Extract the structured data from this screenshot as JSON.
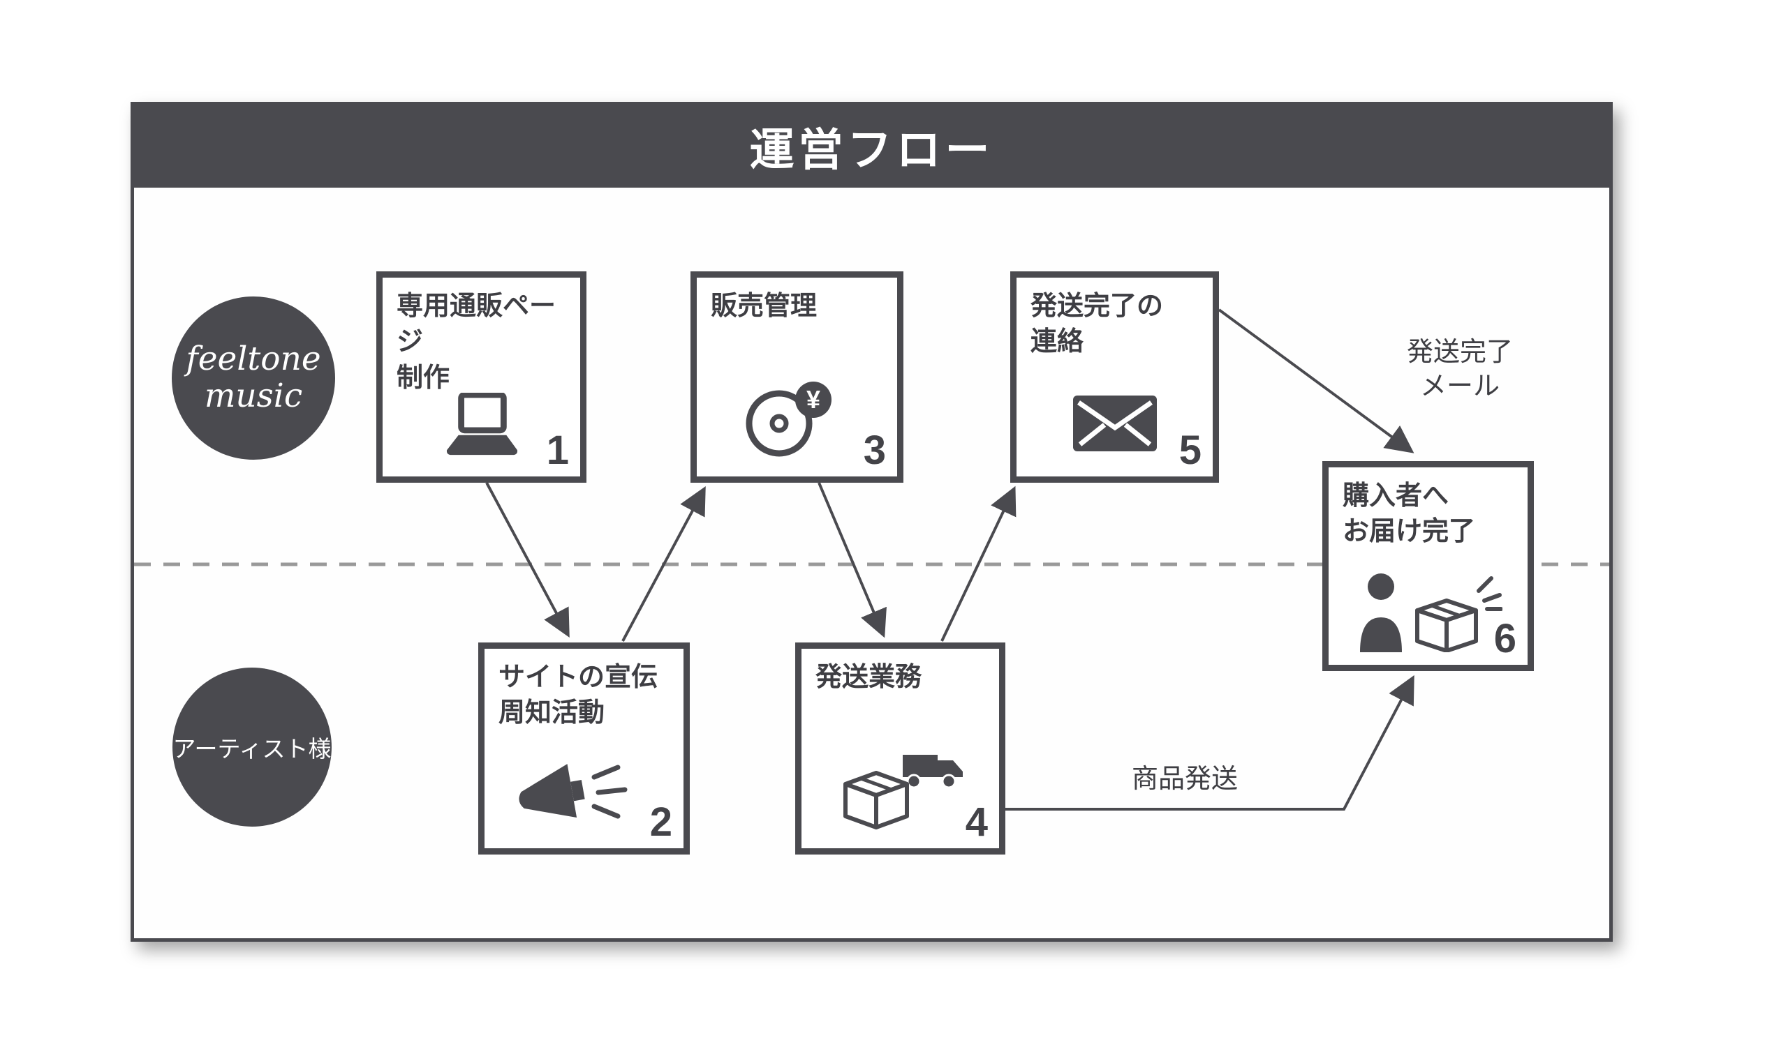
{
  "title": "運営フロー",
  "lanes": {
    "feeltone": {
      "line1": "feeltone",
      "line2": "music"
    },
    "artist": {
      "label": "アーティスト様"
    }
  },
  "steps": [
    {
      "number": "1",
      "line1": "専用通販ページ",
      "line2": "制作"
    },
    {
      "number": "2",
      "line1": "サイトの宣伝",
      "line2": "周知活動"
    },
    {
      "number": "3",
      "line1": "販売管理",
      "line2": ""
    },
    {
      "number": "4",
      "line1": "発送業務",
      "line2": ""
    },
    {
      "number": "5",
      "line1": "発送完了の",
      "line2": "連絡"
    },
    {
      "number": "6",
      "line1": "購入者へ",
      "line2": "お届け完了"
    }
  ],
  "arrow_labels": {
    "mail_line1": "発送完了",
    "mail_line2": "メール",
    "shipping": "商品発送"
  },
  "icons": {
    "yen": "¥"
  },
  "colors": {
    "dark": "#4a4a4f",
    "divider": "#999999"
  }
}
